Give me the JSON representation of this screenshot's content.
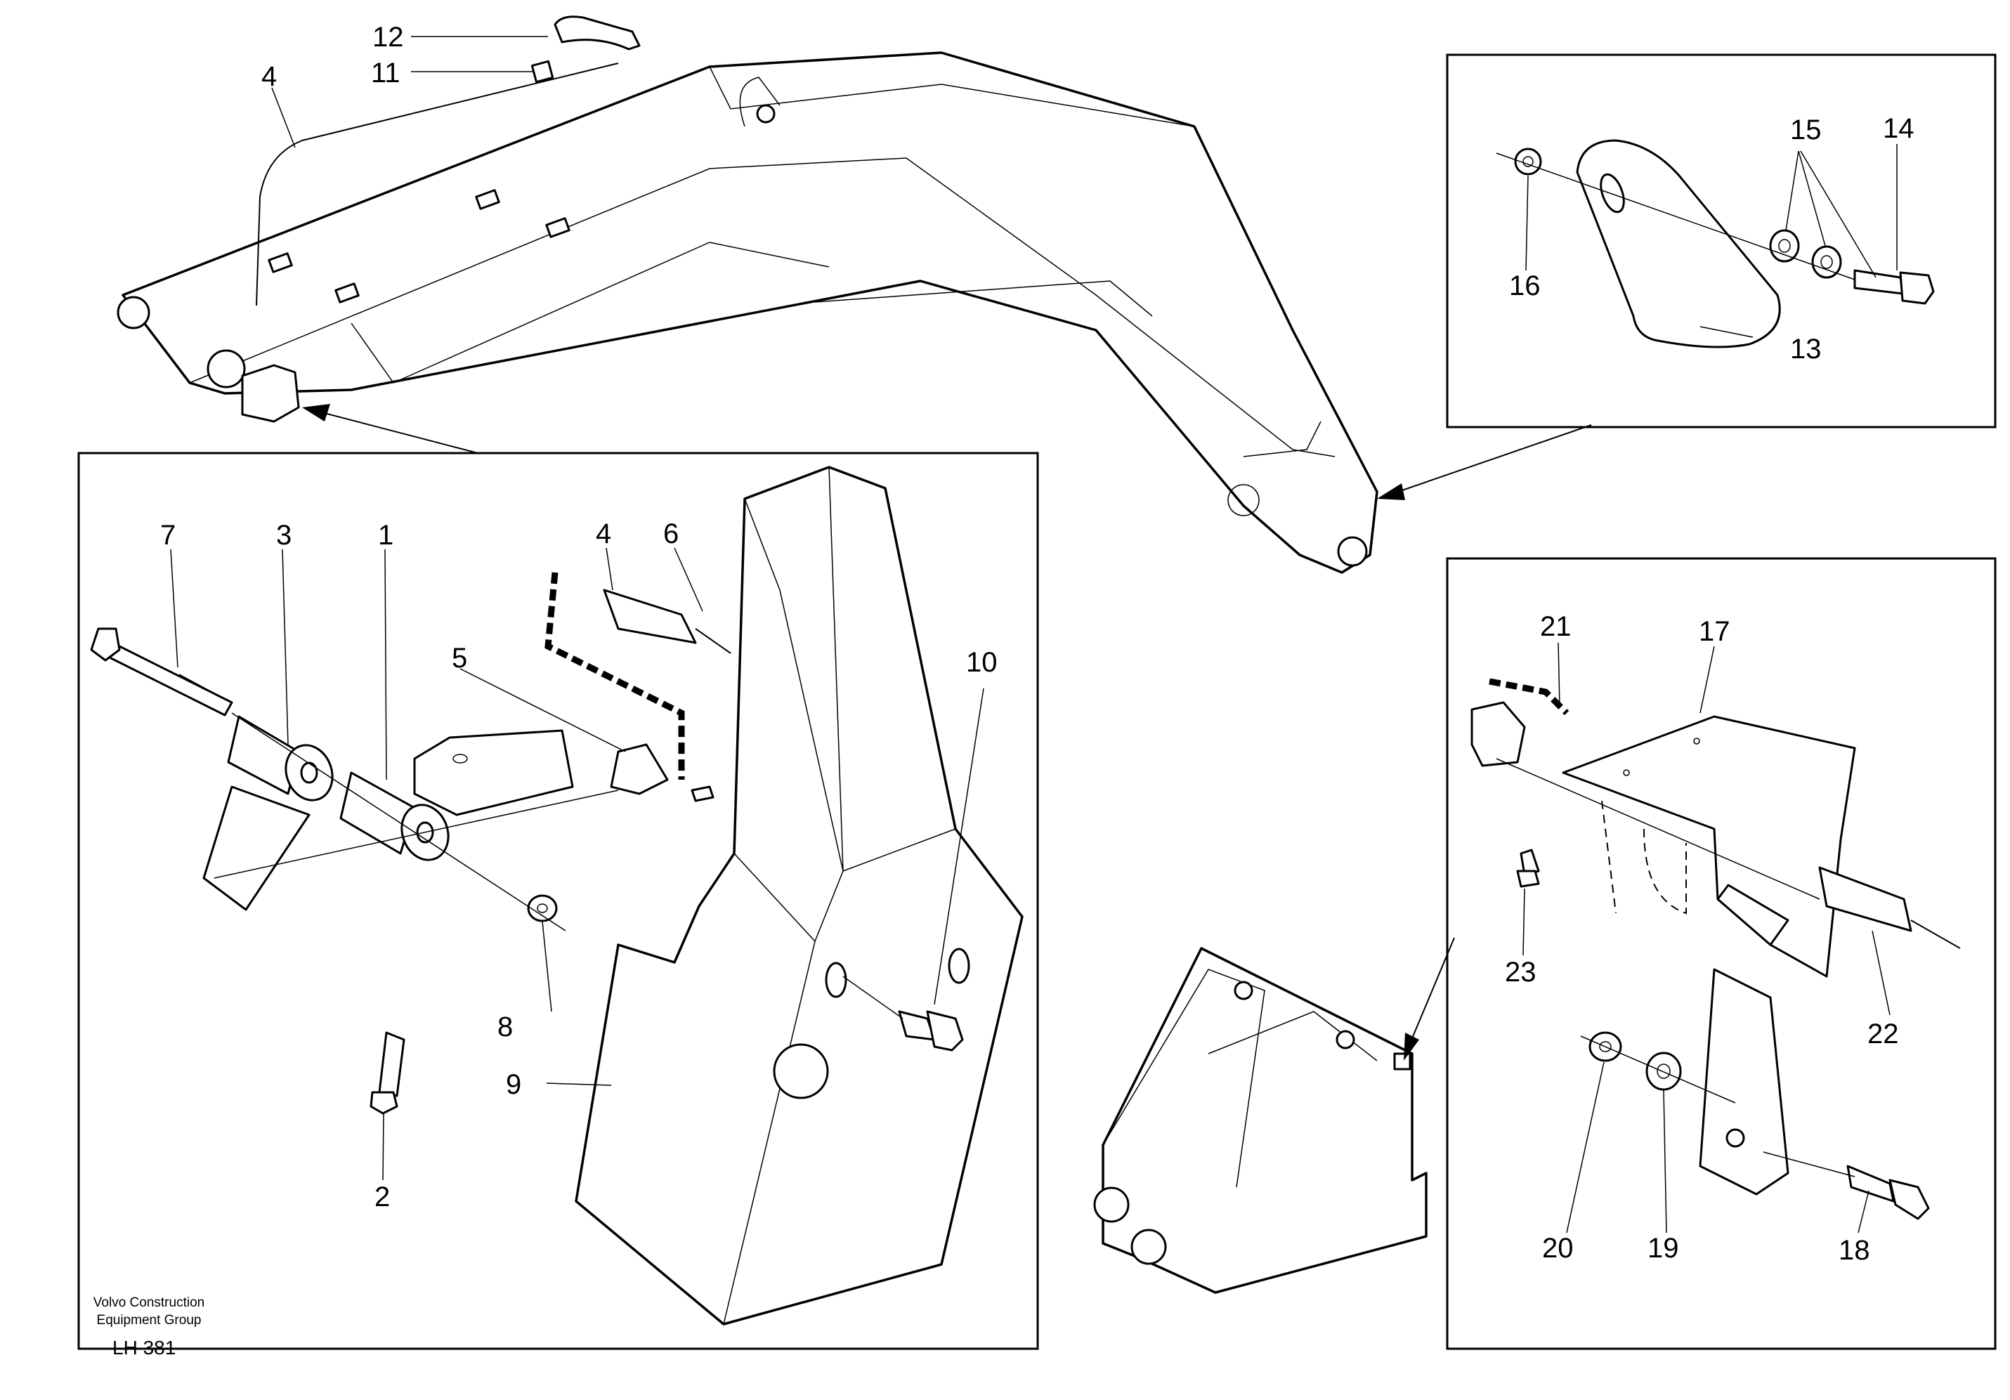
{
  "callouts": {
    "c1": "1",
    "c2": "2",
    "c3": "3",
    "c4a": "4",
    "c4b": "4",
    "c5": "5",
    "c6": "6",
    "c7": "7",
    "c8": "8",
    "c9": "9",
    "c10": "10",
    "c11": "11",
    "c12": "12",
    "c13": "13",
    "c14": "14",
    "c15": "15",
    "c16": "16",
    "c17": "17",
    "c18": "18",
    "c19": "19",
    "c20": "20",
    "c21": "21",
    "c22": "22",
    "c23": "23"
  },
  "footer": {
    "company_line1": "Volvo Construction",
    "company_line2": "Equipment Group",
    "drawing_code": "LH 381"
  },
  "colors": {
    "ink": "#000000",
    "paper": "#ffffff"
  }
}
